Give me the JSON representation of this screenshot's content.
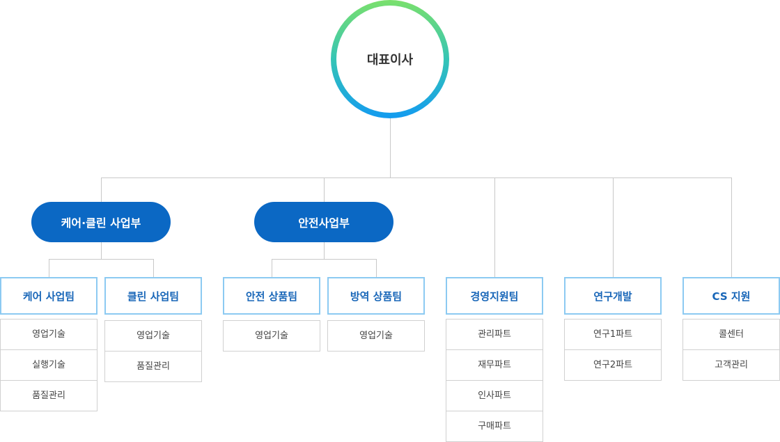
{
  "ceo": {
    "label": "대표이사"
  },
  "divisions": [
    {
      "label": "케어·클린 사업부"
    },
    {
      "label": "안전사업부"
    }
  ],
  "teams": [
    {
      "label": "케어 사업팀",
      "subs": [
        "영업기술",
        "실행기술",
        "품질관리"
      ]
    },
    {
      "label": "클린 사업팀",
      "subs": [
        "영업기술",
        "품질관리"
      ]
    },
    {
      "label": "안전 상품팀",
      "subs": [
        "영업기술"
      ]
    },
    {
      "label": "방역 상품팀",
      "subs": [
        "영업기술"
      ]
    },
    {
      "label": "경영지원팀",
      "subs": [
        "관리파트",
        "재무파트",
        "인사파트",
        "구매파트"
      ]
    },
    {
      "label": "연구개발",
      "subs": [
        "연구1파트",
        "연구2파트"
      ]
    },
    {
      "label": "CS 지원",
      "subs": [
        "콜센터",
        "고객관리"
      ]
    }
  ],
  "colors": {
    "division_bg": "#0b68c4",
    "team_border": "#8ccaf2",
    "team_text": "#1866b8",
    "ceo_ring_top": "#7ae06c",
    "ceo_ring_bottom": "#139bf0"
  }
}
